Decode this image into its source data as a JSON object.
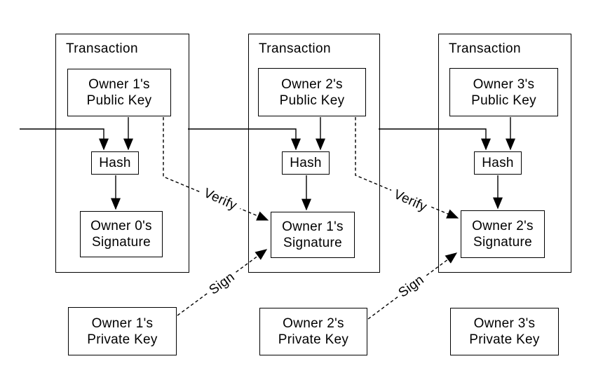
{
  "colors": {
    "line": "#000000",
    "background": "#ffffff",
    "text": "#000000"
  },
  "transactions": [
    {
      "title": "Transaction",
      "public_key": {
        "line1": "Owner 1's",
        "line2": "Public Key"
      },
      "hash_label": "Hash",
      "signature": {
        "line1": "Owner 0's",
        "line2": "Signature"
      }
    },
    {
      "title": "Transaction",
      "public_key": {
        "line1": "Owner 2's",
        "line2": "Public Key"
      },
      "hash_label": "Hash",
      "signature": {
        "line1": "Owner 1's",
        "line2": "Signature"
      }
    },
    {
      "title": "Transaction",
      "public_key": {
        "line1": "Owner 3's",
        "line2": "Public Key"
      },
      "hash_label": "Hash",
      "signature": {
        "line1": "Owner 2's",
        "line2": "Signature"
      }
    }
  ],
  "private_keys": [
    {
      "line1": "Owner 1's",
      "line2": "Private Key"
    },
    {
      "line1": "Owner 2's",
      "line2": "Private Key"
    },
    {
      "line1": "Owner 3's",
      "line2": "Private Key"
    }
  ],
  "arrow_labels": {
    "verify": [
      "Verify",
      "Verify"
    ],
    "sign": [
      "Sign",
      "Sign"
    ]
  }
}
